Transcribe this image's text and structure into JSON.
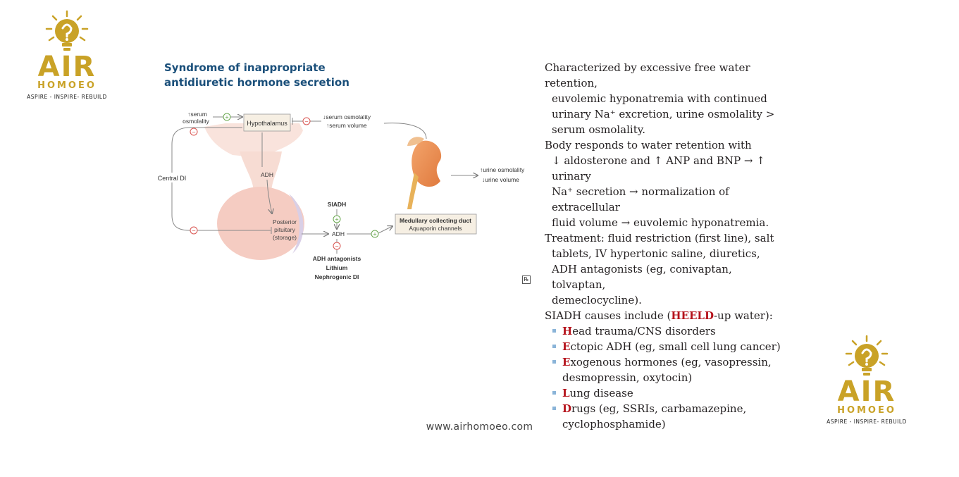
{
  "logo": {
    "name": "AIR",
    "sub": "HOMOEO",
    "tagline": "ASPIRE - INSPIRE- REBUILD"
  },
  "diagram": {
    "title_line1": "Syndrome of inappropriate",
    "title_line2": "antidiuretic hormone secretion",
    "labels": {
      "serum_osm_up_1": "↑serum",
      "serum_osm_up_2": "osmolality",
      "hypothalamus": "Hypothalamus",
      "serum_osm_down": "↓serum osmolality",
      "serum_vol_up": "↑serum volume",
      "central_di": "Central DI",
      "adh_top": "ADH",
      "siadh": "SIADH",
      "posterior_1": "Posterior",
      "posterior_2": "pituitary",
      "posterior_3": "(storage)",
      "adh_mid": "ADH",
      "adh_antagonists": "ADH antagonists",
      "lithium": "Lithium",
      "nephrogenic_di": "Nephrogenic DI",
      "medullary": "Medullary collecting duct",
      "aquaporin": "Aquaporin channels",
      "urine_osm_up": "↑urine osmolality",
      "urine_vol_down": "↓urine volume",
      "plus": "+",
      "minus": "−"
    },
    "rx": "℞"
  },
  "text": {
    "p1_l1": "Characterized by excessive free water retention,",
    "p1_l2": "euvolemic hyponatremia with continued",
    "p1_l3": "urinary Na⁺ excretion, urine osmolality >",
    "p1_l4": "serum osmolality.",
    "p2_l1": "Body responds to water retention with",
    "p2_l2": "↓ aldosterone and ↑ ANP and BNP → ↑ urinary",
    "p2_l3": "Na⁺ secretion → normalization of extracellular",
    "p2_l4": "fluid volume → euvolemic hyponatremia.",
    "p3_l1": "Treatment: fluid restriction (first line), salt",
    "p3_l2": "tablets, IV hypertonic saline, diuretics,",
    "p3_l3": "ADH antagonists (eg, conivaptan, tolvaptan,",
    "p3_l4": "demeclocycline).",
    "p4_pre": "SIADH causes include (",
    "p4_mnemonic": "HEELD",
    "p4_post": "-up water):",
    "causes": [
      {
        "letter": "H",
        "rest_l1": "ead trauma/CNS disorders",
        "rest_l2": ""
      },
      {
        "letter": "E",
        "rest_l1": "ctopic ADH (eg, small cell lung cancer)",
        "rest_l2": ""
      },
      {
        "letter": "E",
        "rest_l1": "xogenous hormones (eg, vasopressin,",
        "rest_l2": "desmopressin, oxytocin)"
      },
      {
        "letter": "L",
        "rest_l1": "ung disease",
        "rest_l2": ""
      },
      {
        "letter": "D",
        "rest_l1": "rugs (eg, SSRIs, carbamazepine,",
        "rest_l2": "cyclophosphamide)"
      }
    ]
  },
  "footer": {
    "url": "www.airhomoeo.com"
  },
  "colors": {
    "gold": "#c9a227",
    "title_blue": "#1a4f7a",
    "mnemonic_red": "#b5121b",
    "bullet_blue": "#8ab4d8",
    "minus_red": "#d9534f",
    "plus_green": "#6aa84f"
  }
}
